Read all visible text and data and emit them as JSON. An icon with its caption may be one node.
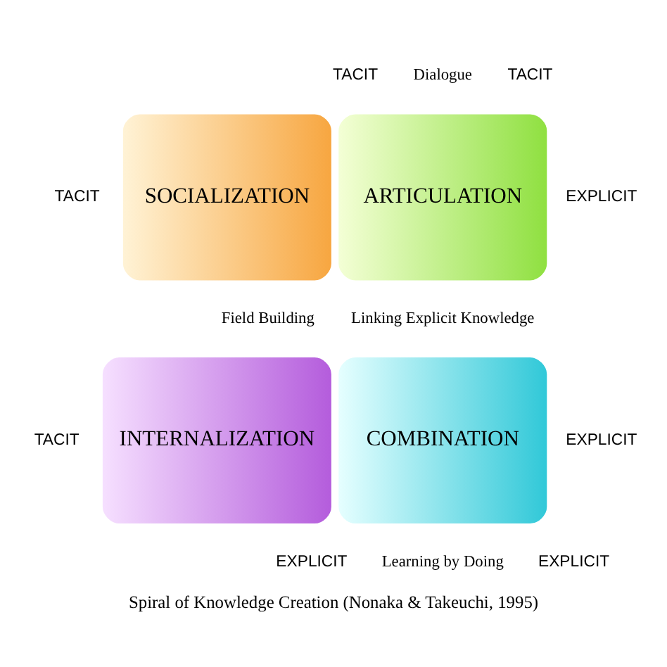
{
  "diagram": {
    "caption": "Spiral of Knowledge Creation (Nonaka & Takeuchi, 1995)",
    "nodes": [
      {
        "text": [
          "SOCIALIZATION"
        ]
      },
      {
        "text": [
          "ARTICULATION"
        ]
      },
      {
        "text": [
          "INTERNALIZATION"
        ]
      },
      {
        "text": [
          "COMBINATION"
        ]
      }
    ],
    "labels": [
      "TACIT",
      "TACIT",
      "Dialogue",
      "TACIT",
      "EXPLICIT",
      "Field Building",
      "Linking Explicit Knowledge",
      "TACIT",
      "EXPLICIT",
      "Learning by Doing",
      "EXPLICIT",
      "EXPLICIT"
    ]
  }
}
